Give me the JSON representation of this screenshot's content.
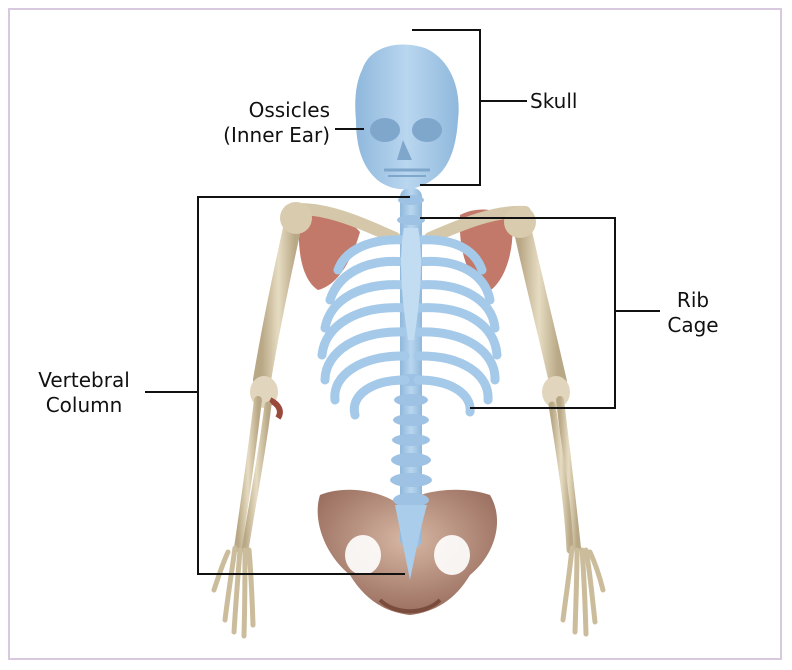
{
  "labels": {
    "ossicles": [
      "Ossicles",
      "(Inner Ear)"
    ],
    "skull": [
      "Skull"
    ],
    "rib_cage": [
      "Rib",
      "Cage"
    ],
    "vertebral_column": [
      "Vertebral",
      "Column"
    ]
  },
  "colors": {
    "axial_bone": "#a8cbe8",
    "axial_bone_shade": "#7fa9cf",
    "appendicular_bone": "#d8ccb0",
    "appendicular_shade": "#a89574",
    "pelvis": "#b08a7a",
    "muscle": "#b55a4e",
    "leader_line": "#111111",
    "frame_border": "#d9c9df"
  }
}
